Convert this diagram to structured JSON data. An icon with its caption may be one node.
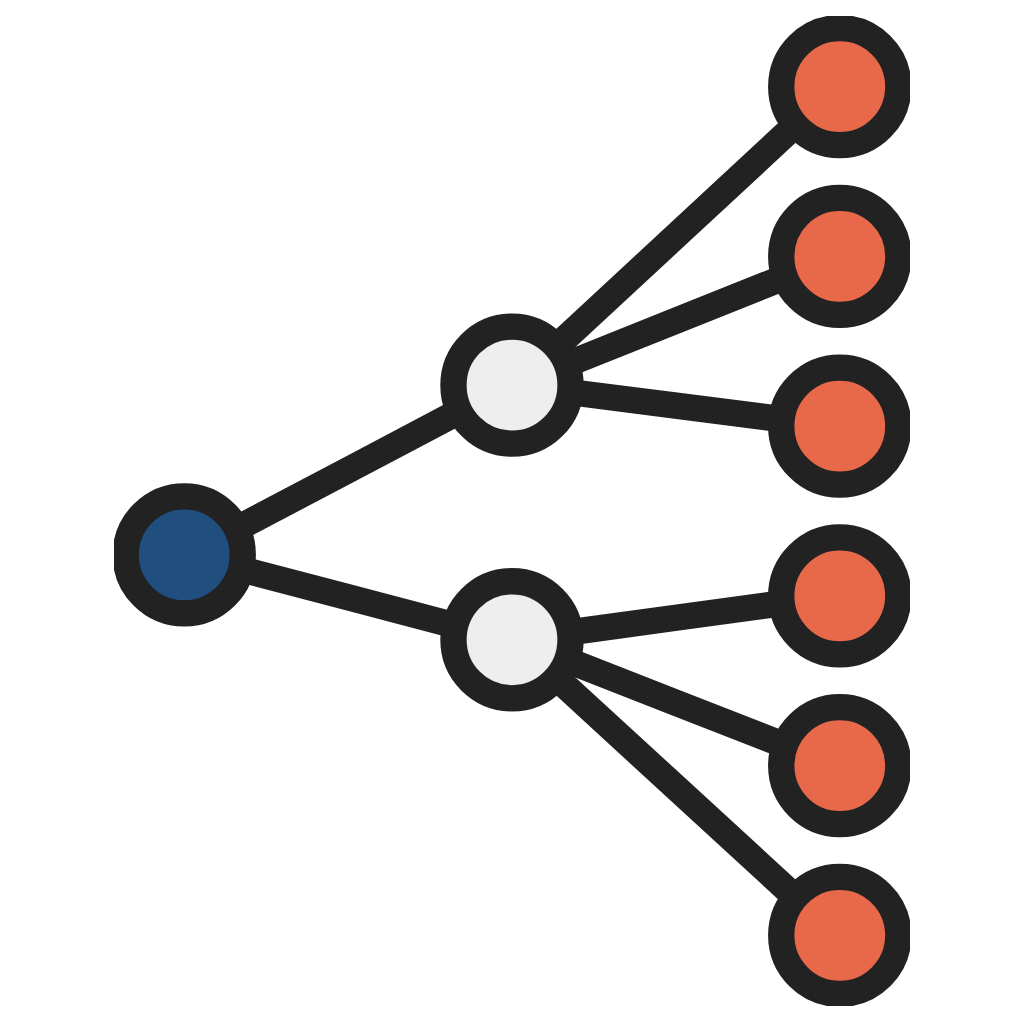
{
  "diagram": {
    "nodes": [
      {
        "text": [],
        "shape": "circle"
      },
      {
        "text": [],
        "shape": "circle"
      },
      {
        "text": [],
        "shape": "circle"
      },
      {
        "text": [],
        "shape": "circle"
      },
      {
        "text": [],
        "shape": "circle"
      },
      {
        "text": [],
        "shape": "circle"
      },
      {
        "text": [],
        "shape": "circle"
      },
      {
        "text": [],
        "shape": "circle"
      },
      {
        "text": [],
        "shape": "circle"
      }
    ],
    "edges": [
      {
        "from": 0,
        "to": 1,
        "arrow": "none"
      },
      {
        "from": 0,
        "to": 2,
        "arrow": "none"
      },
      {
        "from": 1,
        "to": 3,
        "arrow": "none"
      },
      {
        "from": 1,
        "to": 4,
        "arrow": "none"
      },
      {
        "from": 1,
        "to": 5,
        "arrow": "none"
      },
      {
        "from": 2,
        "to": 6,
        "arrow": "none"
      },
      {
        "from": 2,
        "to": 7,
        "arrow": "none"
      },
      {
        "from": 2,
        "to": 8,
        "arrow": "none"
      }
    ]
  }
}
